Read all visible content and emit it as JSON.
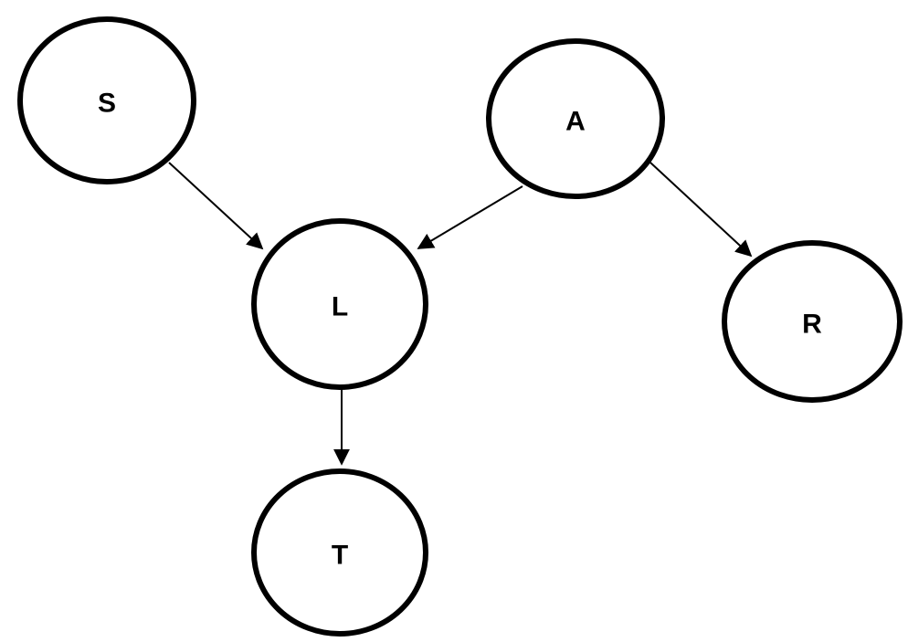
{
  "nodes": [
    {
      "id": "S",
      "label": "S"
    },
    {
      "id": "A",
      "label": "A"
    },
    {
      "id": "L",
      "label": "L"
    },
    {
      "id": "R",
      "label": "R"
    },
    {
      "id": "T",
      "label": "T"
    }
  ],
  "edges": [
    {
      "from": "S",
      "to": "L"
    },
    {
      "from": "A",
      "to": "L"
    },
    {
      "from": "A",
      "to": "R"
    },
    {
      "from": "L",
      "to": "T"
    }
  ]
}
